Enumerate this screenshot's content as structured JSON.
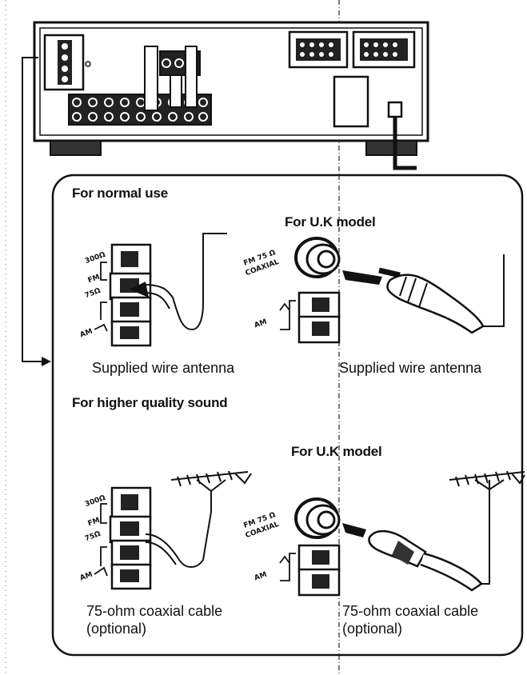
{
  "sections": {
    "normal": {
      "heading": "For normal use",
      "uk_heading": "For U.K model",
      "caption_left": "Supplied wire antenna",
      "caption_right": "Supplied wire antenna"
    },
    "higher": {
      "heading": "For higher quality sound",
      "uk_heading": "For U.K model",
      "caption_left_line1": "75-ohm coaxial cable",
      "caption_left_line2": "(optional)",
      "caption_right_line1": "75-ohm coaxial cable",
      "caption_right_line2": "(optional)"
    }
  },
  "terminal_labels": {
    "ohm300": "300Ω",
    "fm": "FM",
    "ohm75": "75Ω",
    "am": "AM",
    "fm75_coaxial_line1": "FM 75 Ω",
    "fm75_coaxial_line2": "COAXIAL"
  }
}
